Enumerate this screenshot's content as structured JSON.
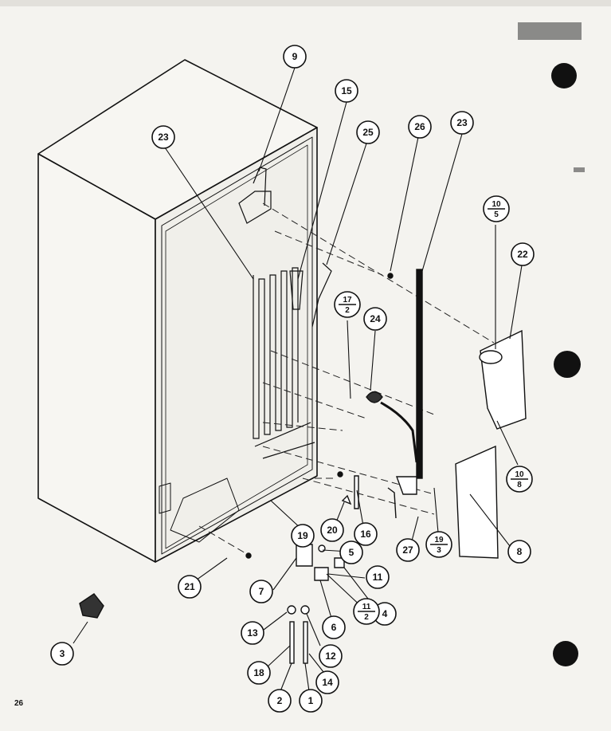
{
  "callouts": [
    {
      "id": "c9",
      "label": "9"
    },
    {
      "id": "c15",
      "label": "15"
    },
    {
      "id": "c23a",
      "label": "23"
    },
    {
      "id": "c25",
      "label": "25"
    },
    {
      "id": "c26",
      "label": "26"
    },
    {
      "id": "c23b",
      "label": "23"
    },
    {
      "id": "c22",
      "label": "22"
    },
    {
      "id": "c24",
      "label": "24"
    },
    {
      "id": "c20",
      "label": "20"
    },
    {
      "id": "c16",
      "label": "16"
    },
    {
      "id": "c19",
      "label": "19"
    },
    {
      "id": "c5",
      "label": "5"
    },
    {
      "id": "c27",
      "label": "27"
    },
    {
      "id": "c8",
      "label": "8"
    },
    {
      "id": "c21",
      "label": "21"
    },
    {
      "id": "c7",
      "label": "7"
    },
    {
      "id": "c11",
      "label": "11"
    },
    {
      "id": "c4",
      "label": "4"
    },
    {
      "id": "c6",
      "label": "6"
    },
    {
      "id": "c13",
      "label": "13"
    },
    {
      "id": "c12",
      "label": "12"
    },
    {
      "id": "c3",
      "label": "3"
    },
    {
      "id": "c18",
      "label": "18"
    },
    {
      "id": "c2",
      "label": "2"
    },
    {
      "id": "c1",
      "label": "1"
    },
    {
      "id": "c14",
      "label": "14"
    }
  ],
  "fraction_callouts": [
    {
      "id": "f10a",
      "top": "10",
      "bottom": "5"
    },
    {
      "id": "f17",
      "top": "17",
      "bottom": "2"
    },
    {
      "id": "f10b",
      "top": "10",
      "bottom": "8"
    },
    {
      "id": "f19",
      "top": "19",
      "bottom": "3"
    },
    {
      "id": "f11",
      "top": "11",
      "bottom": "2"
    }
  ],
  "page_number": "26",
  "colors": {
    "ink": "#111111",
    "paper": "#f4f3ef"
  }
}
